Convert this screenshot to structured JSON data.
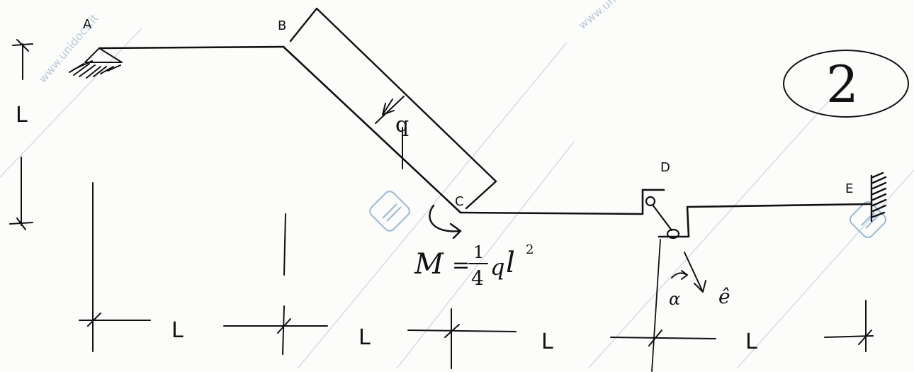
{
  "diagram": {
    "points": {
      "a": "A",
      "b": "B",
      "c": "C",
      "d": "D",
      "e": "E"
    },
    "load_label": "q",
    "moment_formula": {
      "symbol": "M",
      "equals": "=",
      "numerator": "1",
      "denominator": "4",
      "q": "q",
      "l": "l",
      "exponent": "2"
    },
    "angle_label": "α",
    "unit_vector_label": "ê",
    "dimensions": {
      "vertical": "L",
      "horizontal": [
        "L",
        "L",
        "L",
        "L"
      ]
    },
    "problem_number": "2",
    "watermarks": [
      "www.unidocs.it",
      "www.unidocs.it"
    ],
    "colors": {
      "ink": "#111111",
      "paper": "#fcfcfb",
      "watermark": "#b9c9da"
    }
  }
}
